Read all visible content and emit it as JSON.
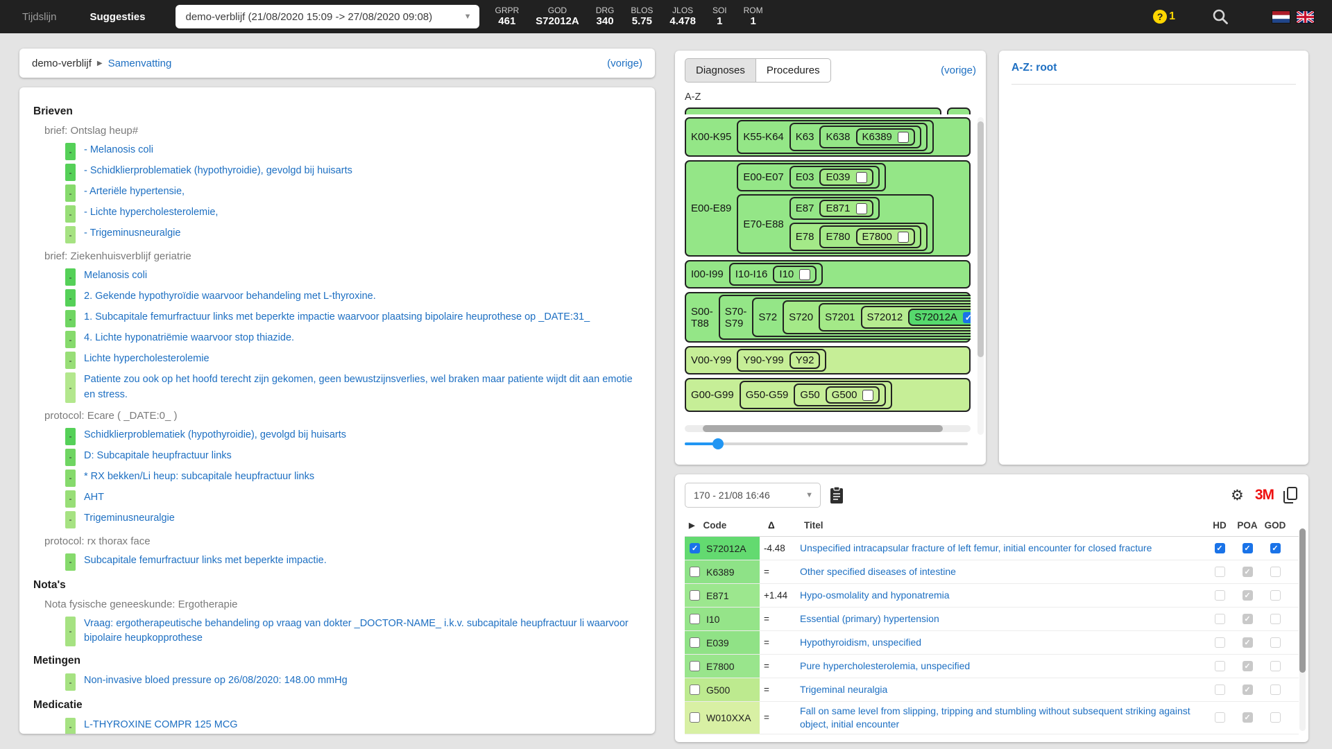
{
  "colors": {
    "topbar_bg": "#212121",
    "page_bg": "#e4e4e4",
    "accent_blue": "#1d6fc2",
    "checkbox_blue": "#1a73e8",
    "slider_blue": "#2196f3",
    "help_yellow": "#ffd600",
    "brand_red": "#ee1111",
    "tree_green": "#94e687",
    "tree_light_green": "#c6ee97",
    "selected_green": "#56d96d",
    "evidence_green_dark": "#55d058",
    "evidence_green_light": "#b3e78d"
  },
  "topbar": {
    "nav": [
      {
        "label": "Tijdslijn"
      },
      {
        "label": "Suggesties"
      }
    ],
    "stay_select": "demo-verblijf (21/08/2020 15:09 -> 27/08/2020 09:08)",
    "stats": [
      {
        "label": "GRPR",
        "value": "461"
      },
      {
        "label": "GOD",
        "value": "S72012A"
      },
      {
        "label": "DRG",
        "value": "340"
      },
      {
        "label": "BLOS",
        "value": "5.75"
      },
      {
        "label": "JLOS",
        "value": "4.478"
      },
      {
        "label": "SOI",
        "value": "1"
      },
      {
        "label": "ROM",
        "value": "1"
      }
    ],
    "help": {
      "icon": "?",
      "count": "1"
    }
  },
  "left": {
    "breadcrumb": {
      "root": "demo-verblijf",
      "current": "Samenvatting"
    },
    "vorige": "(vorige)",
    "blocks": [
      {
        "t": "h",
        "text": "Brieven"
      },
      {
        "t": "s",
        "text": "brief: Ontslag heup#"
      },
      {
        "t": "i",
        "text": "- Melanosis coli"
      },
      {
        "t": "i",
        "text": "- Schidklierproblematiek (hypothyroidie), gevolgd bij huisarts"
      },
      {
        "t": "i",
        "text": "- Arteriële hypertensie,"
      },
      {
        "t": "i",
        "text": "- Lichte hypercholesterolemie,"
      },
      {
        "t": "i",
        "text": "- Trigeminusneuralgie"
      },
      {
        "t": "s",
        "text": "brief: Ziekenhuisverblijf geriatrie"
      },
      {
        "t": "i",
        "text": "Melanosis coli"
      },
      {
        "t": "i",
        "text": "2. Gekende hypothyroïdie waarvoor behandeling met L-thyroxine."
      },
      {
        "t": "i",
        "text": "1. Subcapitale femurfractuur links met beperkte impactie waarvoor plaatsing bipolaire heuprothese op _DATE:31_"
      },
      {
        "t": "i",
        "text": "4. Lichte hyponatriëmie waarvoor stop thiazide."
      },
      {
        "t": "i",
        "text": "Lichte hypercholesterolemie"
      },
      {
        "t": "i",
        "text": "Patiente zou ook op het hoofd terecht zijn gekomen, geen bewustzijnsverlies, wel braken maar patiente wijdt dit aan emotie en stress."
      },
      {
        "t": "s",
        "text": "protocol: Ecare ( _DATE:0_ )"
      },
      {
        "t": "i",
        "text": "Schidklierproblematiek (hypothyroidie), gevolgd bij huisarts"
      },
      {
        "t": "i",
        "text": "D: Subcapitale heupfractuur links"
      },
      {
        "t": "i",
        "text": "* RX bekken/Li heup: subcapitale heupfractuur links"
      },
      {
        "t": "i",
        "text": "AHT"
      },
      {
        "t": "i",
        "text": "Trigeminusneuralgie"
      },
      {
        "t": "s",
        "text": "protocol: rx thorax face"
      },
      {
        "t": "i",
        "text": "Subcapitale femurfractuur links met beperkte impactie."
      },
      {
        "t": "h",
        "text": "Nota's"
      },
      {
        "t": "s",
        "text": "Nota fysische geneeskunde: Ergotherapie"
      },
      {
        "t": "i",
        "text": "Vraag: ergotherapeutische behandeling op vraag van dokter _DOCTOR-NAME_ i.k.v. subcapitale heupfractuur li waarvoor bipolaire heupkopprothese"
      },
      {
        "t": "h",
        "text": "Metingen"
      },
      {
        "t": "i",
        "text": "Non-invasive bloed pressure op 26/08/2020: 148.00 mmHg"
      },
      {
        "t": "h",
        "text": "Medicatie"
      },
      {
        "t": "i",
        "text": "L-THYROXINE COMPR 125 MCG"
      }
    ]
  },
  "az_panel": {
    "tabs": [
      {
        "label": "Diagnoses",
        "active": true
      },
      {
        "label": "Procedures",
        "active": false
      }
    ],
    "vorige": "(vorige)",
    "label": "A-Z",
    "tree_rows": [
      {
        "chain": [
          "K00-K95",
          "K55-K64",
          "K63",
          "K638",
          "K6389"
        ],
        "checkbox": "unchecked"
      },
      {
        "label": "E00-E89",
        "sub1": {
          "chain": [
            "E00-E07",
            "E03",
            "E039"
          ],
          "checkbox": "unchecked"
        },
        "sub2_label": "E70-E88",
        "sub2a": {
          "chain": [
            "E87",
            "E871"
          ],
          "checkbox": "unchecked"
        },
        "sub2b": {
          "chain": [
            "E78",
            "E780",
            "E7800"
          ],
          "checkbox": "unchecked"
        }
      },
      {
        "chain": [
          "I00-I99",
          "I10-I16",
          "I10"
        ],
        "checkbox": "unchecked"
      },
      {
        "chain": [
          "S00-T88",
          "S70-S79",
          "S72",
          "S720",
          "S7201",
          "S72012",
          "S72012A"
        ],
        "checkbox": "checked"
      },
      {
        "chain": [
          "V00-Y99",
          "Y90-Y99",
          "Y92"
        ],
        "checkbox": "none"
      },
      {
        "chain": [
          "G00-G99",
          "G50-G59",
          "G50",
          "G500"
        ],
        "checkbox": "unchecked"
      }
    ]
  },
  "root_panel": {
    "title": "A-Z: root"
  },
  "coding_panel": {
    "version_select": "170 - 21/08 16:46",
    "brand": "3M",
    "table": {
      "columns": {
        "code": "Code",
        "delta": "Δ",
        "title": "Titel",
        "hd": "HD",
        "poa": "POA",
        "god": "GOD"
      },
      "rows": [
        {
          "code": "S72012A",
          "selected": true,
          "delta": "-4.48",
          "title": "Unspecified intracapsular fracture of left femur, initial encounter for closed fracture",
          "hd": "checked-blue",
          "poa": "checked-blue",
          "god": "checked-blue"
        },
        {
          "code": "K6389",
          "selected": false,
          "delta": "=",
          "title": "Other specified diseases of intestine",
          "hd": "unchecked",
          "poa": "checked-gray",
          "god": "unchecked"
        },
        {
          "code": "E871",
          "selected": false,
          "delta": "+1.44",
          "title": "Hypo-osmolality and hyponatremia",
          "hd": "unchecked",
          "poa": "checked-gray",
          "god": "unchecked"
        },
        {
          "code": "I10",
          "selected": false,
          "delta": "=",
          "title": "Essential (primary) hypertension",
          "hd": "unchecked",
          "poa": "checked-gray",
          "god": "unchecked"
        },
        {
          "code": "E039",
          "selected": false,
          "delta": "=",
          "title": "Hypothyroidism, unspecified",
          "hd": "unchecked",
          "poa": "checked-gray",
          "god": "unchecked"
        },
        {
          "code": "E7800",
          "selected": false,
          "delta": "=",
          "title": "Pure hypercholesterolemia, unspecified",
          "hd": "unchecked",
          "poa": "checked-gray",
          "god": "unchecked"
        },
        {
          "code": "G500",
          "selected": false,
          "delta": "=",
          "title": "Trigeminal neuralgia",
          "hd": "unchecked",
          "poa": "checked-gray",
          "god": "unchecked"
        },
        {
          "code": "W010XXA",
          "selected": false,
          "delta": "=",
          "title": "Fall on same level from slipping, tripping and stumbling without subsequent striking against object, initial encounter",
          "hd": "unchecked",
          "poa": "checked-gray",
          "god": "unchecked"
        }
      ]
    }
  }
}
